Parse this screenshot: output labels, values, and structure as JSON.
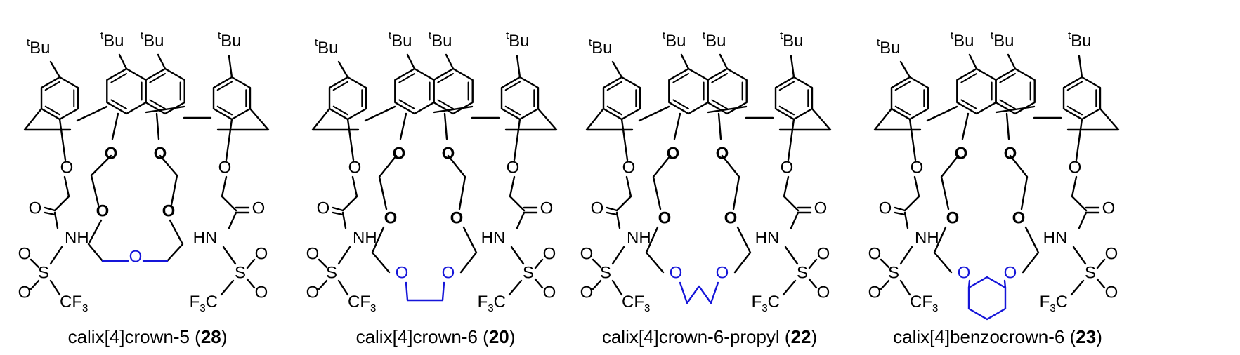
{
  "colors": {
    "bond": "#000000",
    "highlight": "#1515d9",
    "background": "#ffffff"
  },
  "atoms": {
    "tbu_sup": "t",
    "tbu_base": "Bu",
    "oxygen": "O",
    "amide_o": "O",
    "nh": "NH",
    "hn": "HN",
    "sulfur": "S",
    "cf3_base": "CF",
    "f3c_base": "F",
    "c": "C",
    "sub3": "3"
  },
  "compounds": [
    {
      "name": "calix[4]crown-5 (",
      "number": "28",
      "close": ")",
      "bridge": "ethylene-O-ethylene"
    },
    {
      "name": "calix[4]crown-6 (",
      "number": "20",
      "close": ")",
      "bridge": "ethylene"
    },
    {
      "name": "calix[4]crown-6-propyl (",
      "number": "22",
      "close": ")",
      "bridge": "propylene"
    },
    {
      "name": "calix[4]benzocrown-6 (",
      "number": "23",
      "close": ")",
      "bridge": "benzo"
    }
  ]
}
